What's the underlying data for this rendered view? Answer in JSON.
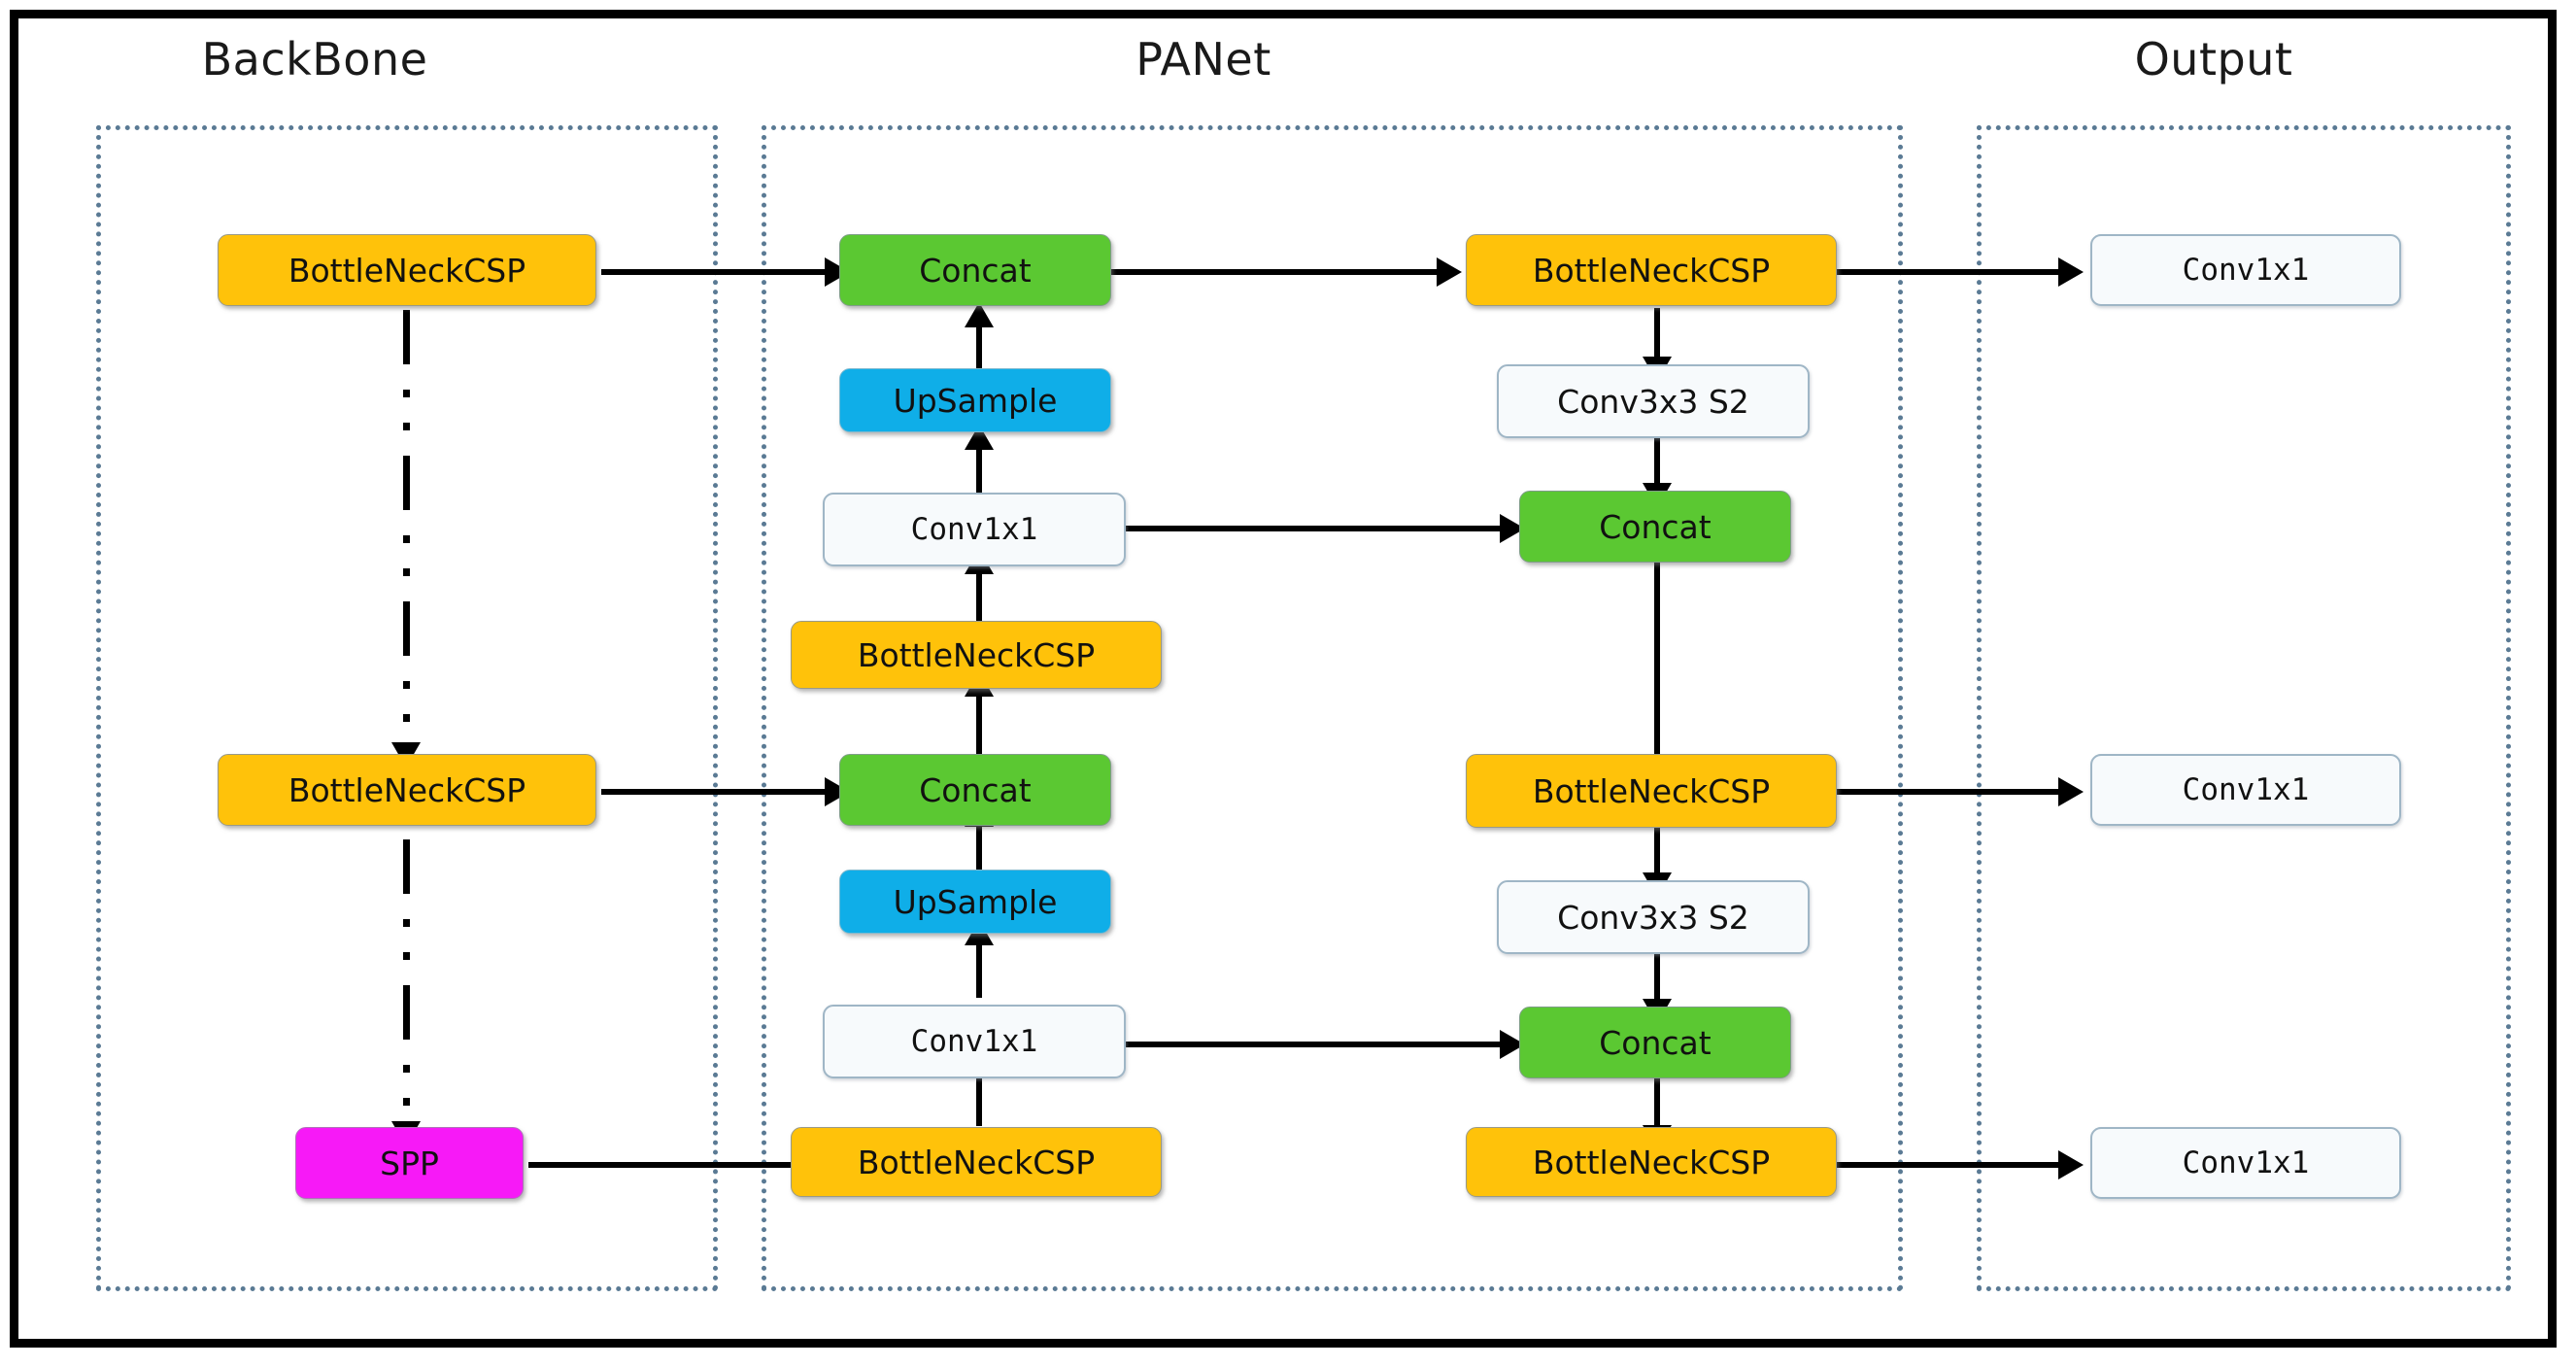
{
  "diagram": {
    "title_backbone": "BackBone",
    "title_panet": "PANet",
    "title_output": "Output",
    "colors": {
      "csp": "#FFC20A",
      "concat": "#5BC832",
      "upsample": "#0FAEE8",
      "spp": "#F719F7",
      "plain": "#F7FAFC",
      "group_border": "#5A7A94",
      "frame": "#000000"
    }
  },
  "backbone": {
    "nodes": [
      {
        "id": "bb-csp-top",
        "label": "BottleNeckCSP",
        "type": "csp"
      },
      {
        "id": "bb-csp-mid",
        "label": "BottleNeckCSP",
        "type": "csp"
      },
      {
        "id": "bb-spp",
        "label": "SPP",
        "type": "spp"
      }
    ]
  },
  "panet": {
    "left_column": [
      {
        "id": "pn-concat-1",
        "label": "Concat",
        "type": "concat"
      },
      {
        "id": "pn-upsample-1",
        "label": "UpSample",
        "type": "upsample"
      },
      {
        "id": "pn-conv1x1-1",
        "label": "Conv1x1",
        "type": "plain"
      },
      {
        "id": "pn-csp-1",
        "label": "BottleNeckCSP",
        "type": "csp"
      },
      {
        "id": "pn-concat-2",
        "label": "Concat",
        "type": "concat"
      },
      {
        "id": "pn-upsample-2",
        "label": "UpSample",
        "type": "upsample"
      },
      {
        "id": "pn-conv1x1-2",
        "label": "Conv1x1",
        "type": "plain"
      },
      {
        "id": "pn-csp-2",
        "label": "BottleNeckCSP",
        "type": "csp"
      }
    ],
    "right_column": [
      {
        "id": "pn-csp-3",
        "label": "BottleNeckCSP",
        "type": "csp"
      },
      {
        "id": "pn-conv3x3-1",
        "label": "Conv3x3 S2",
        "type": "plain"
      },
      {
        "id": "pn-concat-3",
        "label": "Concat",
        "type": "concat"
      },
      {
        "id": "pn-csp-4",
        "label": "BottleNeckCSP",
        "type": "csp"
      },
      {
        "id": "pn-conv3x3-2",
        "label": "Conv3x3 S2",
        "type": "plain"
      },
      {
        "id": "pn-concat-4",
        "label": "Concat",
        "type": "concat"
      },
      {
        "id": "pn-csp-5",
        "label": "BottleNeckCSP",
        "type": "csp"
      }
    ]
  },
  "output": {
    "nodes": [
      {
        "id": "out-conv-1",
        "label": "Conv1x1",
        "type": "plain"
      },
      {
        "id": "out-conv-2",
        "label": "Conv1x1",
        "type": "plain"
      },
      {
        "id": "out-conv-3",
        "label": "Conv1x1",
        "type": "plain"
      }
    ]
  }
}
